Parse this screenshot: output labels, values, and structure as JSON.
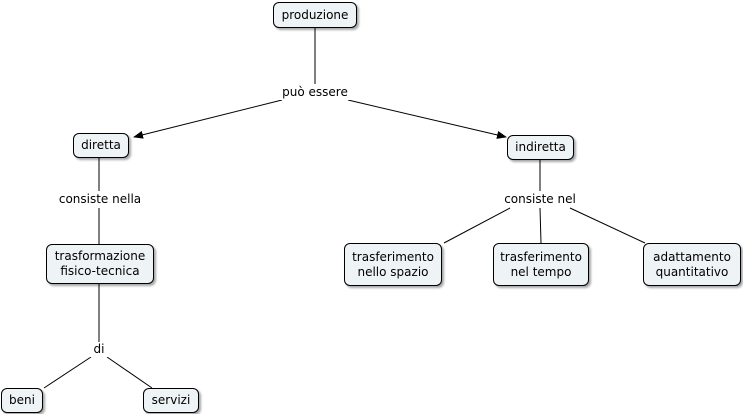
{
  "concepts": {
    "produzione": "produzione",
    "diretta": "diretta",
    "indiretta": "indiretta",
    "trasformazione": "trasformazione\nfisico-tecnica",
    "trasf_spazio": "trasferimento\nnello spazio",
    "trasf_tempo": "trasferimento\nnel tempo",
    "adattamento": "adattamento\nquantitativo",
    "beni": "beni",
    "servizi": "servizi"
  },
  "linking_phrases": {
    "puo_essere": "può essere",
    "consiste_nella": "consiste nella",
    "consiste_nel": "consiste nel",
    "di": "di"
  },
  "colors": {
    "node_fill": "#eef3f5",
    "node_border": "#000000",
    "line": "#000000",
    "background": "#ffffff"
  }
}
